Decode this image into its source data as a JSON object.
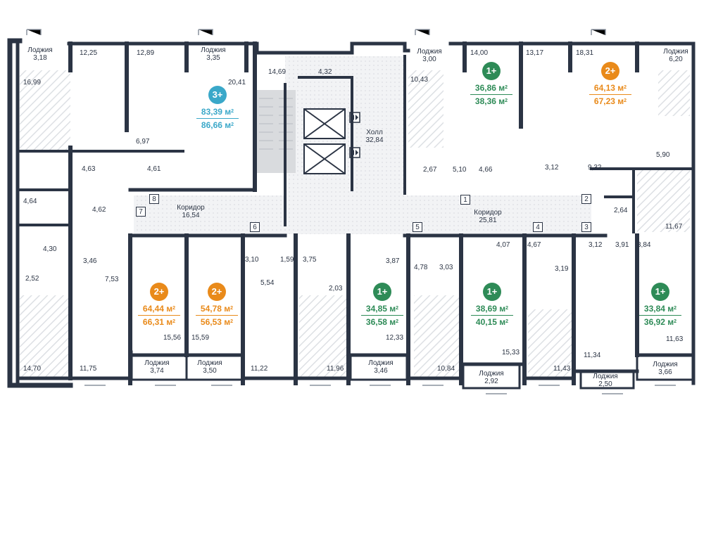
{
  "colors": {
    "wall": "#2b3444",
    "hatch": "#cfd3d9",
    "stairs": "#d9dbde",
    "studio_badge": "#2e8b57",
    "two_room_badge": "#e98a1a",
    "three_room_badge": "#3aa8c9"
  },
  "apartments": [
    {
      "id": "apt-3-top",
      "rooms": "3+",
      "living_area": "83,39",
      "total_area": "86,66",
      "unit": "м",
      "color_key": "three_room_badge"
    },
    {
      "id": "apt-1-top",
      "rooms": "1+",
      "living_area": "36,86",
      "total_area": "38,36",
      "unit": "м",
      "color_key": "studio_badge"
    },
    {
      "id": "apt-2-top",
      "rooms": "2+",
      "living_area": "64,13",
      "total_area": "67,23",
      "unit": "м",
      "color_key": "two_room_badge"
    },
    {
      "id": "apt-2-bl",
      "rooms": "2+",
      "living_area": "64,44",
      "total_area": "66,31",
      "unit": "м",
      "color_key": "two_room_badge"
    },
    {
      "id": "apt-2-bm",
      "rooms": "2+",
      "living_area": "54,78",
      "total_area": "56,53",
      "unit": "м",
      "color_key": "two_room_badge"
    },
    {
      "id": "apt-1-b1",
      "rooms": "1+",
      "living_area": "34,85",
      "total_area": "36,58",
      "unit": "м",
      "color_key": "studio_badge"
    },
    {
      "id": "apt-1-b2",
      "rooms": "1+",
      "living_area": "38,69",
      "total_area": "40,15",
      "unit": "м",
      "color_key": "studio_badge"
    },
    {
      "id": "apt-1-b3",
      "rooms": "1+",
      "living_area": "33,84",
      "total_area": "36,92",
      "unit": "м",
      "color_key": "studio_badge"
    }
  ],
  "labels": {
    "loggia_word": "Лоджия",
    "corridor_word": "Коридор",
    "hall_word": "Холл",
    "loggia_top_1": "3,18",
    "loggia_top_2": "3,35",
    "loggia_top_3": "3,00",
    "loggia_top_4": "6,20",
    "loggia_bot_1": "3,74",
    "loggia_bot_2": "3,50",
    "loggia_bot_3": "3,46",
    "loggia_bot_4": "2,92",
    "loggia_bot_5": "2,50",
    "loggia_bot_6": "3,66",
    "corridor_left": "16,54",
    "corridor_right": "25,81",
    "hall": "32,84",
    "a_16_99": "16,99",
    "a_12_25": "12,25",
    "a_12_89": "12,89",
    "a_20_41": "20,41",
    "a_14_69": "14,69",
    "a_4_32": "4,32",
    "a_10_43": "10,43",
    "a_14_00": "14,00",
    "a_13_17": "13,17",
    "a_18_31": "18,31",
    "a_6_97": "6,97",
    "a_4_63": "4,63",
    "a_4_61": "4,61",
    "a_4_64": "4,64",
    "a_4_62": "4,62",
    "a_2_67": "2,67",
    "a_5_10": "5,10",
    "a_4_66": "4,66",
    "a_3_12a": "3,12",
    "a_9_32": "9,32",
    "a_5_90": "5,90",
    "a_2_64": "2,64",
    "a_11_67": "11,67",
    "a_4_30": "4,30",
    "a_3_46": "3,46",
    "a_7_53": "7,53",
    "a_2_52": "2,52",
    "a_3_10": "3,10",
    "a_1_59": "1,59",
    "a_3_75": "3,75",
    "a_5_54": "5,54",
    "a_2_03": "2,03",
    "a_3_87": "3,87",
    "a_4_78": "4,78",
    "a_3_03": "3,03",
    "a_4_07": "4,07",
    "a_4_67": "4,67",
    "a_3_19": "3,19",
    "a_3_12b": "3,12",
    "a_3_91": "3,91",
    "a_3_84": "3,84",
    "a_15_56": "15,56",
    "a_15_59": "15,59",
    "a_12_33": "12,33",
    "a_15_33": "15,33",
    "a_11_34": "11,34",
    "a_11_63": "11,63",
    "a_14_70": "14,70",
    "a_11_75": "11,75",
    "a_11_22": "11,22",
    "a_11_96": "11,96",
    "a_10_84": "10,84",
    "a_11_43": "11,43"
  },
  "room_numbers": [
    "1",
    "2",
    "3",
    "4",
    "5",
    "6",
    "7",
    "8"
  ]
}
